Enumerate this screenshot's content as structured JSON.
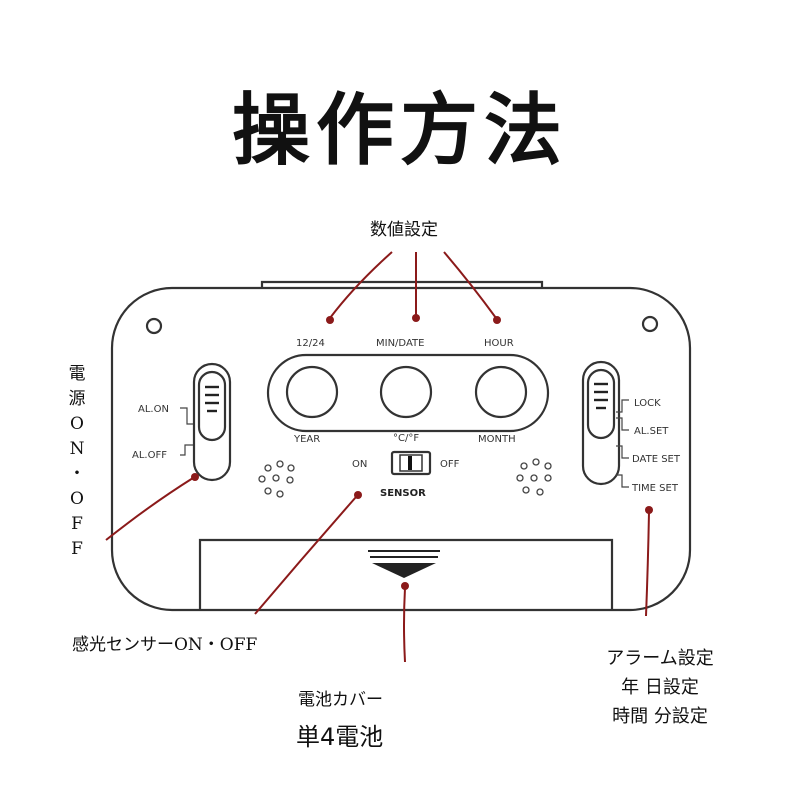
{
  "title": "操作方法",
  "callouts": {
    "value_setting": "数値設定",
    "power_vertical": [
      "電",
      "源",
      "O",
      "N",
      "・",
      "O",
      "F",
      "F"
    ],
    "sensor_switch": "感光センサーON・OFF",
    "battery_cover": "電池カバー",
    "battery_type": "単4電池",
    "alarm_lines": [
      "アラーム設定",
      "年 日設定",
      "時間 分設定"
    ]
  },
  "device": {
    "top_buttons": [
      "12/24",
      "MIN/DATE",
      "HOUR"
    ],
    "bottom_buttons": [
      "YEAR",
      "°C/°F",
      "MONTH"
    ],
    "left_switch": [
      "AL.ON",
      "AL.OFF"
    ],
    "sensor": {
      "on": "ON",
      "off": "OFF",
      "label": "SENSOR"
    },
    "right_switch": [
      "LOCK",
      "AL.SET",
      "DATE SET",
      "TIME SET"
    ]
  },
  "colors": {
    "callout_line": "#8b1a1a",
    "outline": "#333333"
  }
}
